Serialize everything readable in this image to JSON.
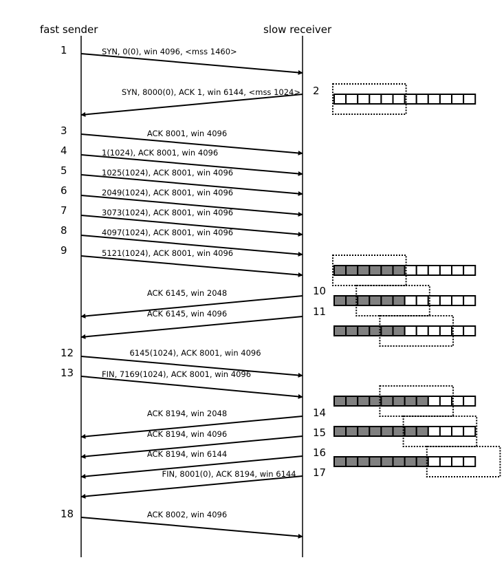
{
  "headers": {
    "sender": "fast sender",
    "receiver": "slow receiver"
  },
  "colors": {
    "line": "#000000",
    "filled_slot": "#808080",
    "empty_slot": "#ffffff"
  },
  "messages": [
    {
      "num": "1",
      "label": "SYN, 0(0), win 4096, <mss 1460>",
      "dir": "right"
    },
    {
      "num": "2",
      "label": "SYN, 8000(0), ACK 1, win 6144, <mss 1024>",
      "dir": "left"
    },
    {
      "num": "3",
      "label": "ACK 8001, win 4096",
      "dir": "right"
    },
    {
      "num": "4",
      "label": "1(1024), ACK 8001, win 4096",
      "dir": "right"
    },
    {
      "num": "5",
      "label": "1025(1024), ACK 8001, win 4096",
      "dir": "right"
    },
    {
      "num": "6",
      "label": "2049(1024), ACK 8001, win 4096",
      "dir": "right"
    },
    {
      "num": "7",
      "label": "3073(1024), ACK 8001, win 4096",
      "dir": "right"
    },
    {
      "num": "8",
      "label": "4097(1024), ACK 8001, win 4096",
      "dir": "right"
    },
    {
      "num": "9",
      "label": "5121(1024), ACK 8001, win 4096",
      "dir": "right"
    },
    {
      "num": "10",
      "label": "ACK 6145, win 2048",
      "dir": "left"
    },
    {
      "num": "11",
      "label": "ACK 6145, win 4096",
      "dir": "left"
    },
    {
      "num": "12",
      "label": "6145(1024), ACK 8001, win 4096",
      "dir": "right"
    },
    {
      "num": "13",
      "label": "FIN, 7169(1024), ACK 8001, win 4096",
      "dir": "right"
    },
    {
      "num": "14",
      "label": "ACK 8194, win 2048",
      "dir": "left"
    },
    {
      "num": "15",
      "label": "ACK 8194, win 4096",
      "dir": "left"
    },
    {
      "num": "16",
      "label": "ACK 8194, win 6144",
      "dir": "left"
    },
    {
      "num": "17",
      "label": "FIN, 8001(0), ACK 8194, win 6144",
      "dir": "left"
    },
    {
      "num": "18",
      "label": "ACK 8002, win 4096",
      "dir": "right"
    }
  ],
  "buffers": [
    {
      "slots": 12,
      "filled": 0,
      "window_start": 0,
      "window_len": 6
    },
    {
      "slots": 12,
      "filled": 6,
      "window_start": 0,
      "window_len": 6
    },
    {
      "slots": 12,
      "filled": 6,
      "window_start": 2,
      "window_len": 6
    },
    {
      "slots": 12,
      "filled": 6,
      "window_start": 4,
      "window_len": 6
    },
    {
      "slots": 12,
      "filled": 8,
      "window_start": 4,
      "window_len": 6
    },
    {
      "slots": 12,
      "filled": 8,
      "window_start": 6,
      "window_len": 6
    },
    {
      "slots": 12,
      "filled": 8,
      "window_start": 8,
      "window_len": 6
    }
  ]
}
